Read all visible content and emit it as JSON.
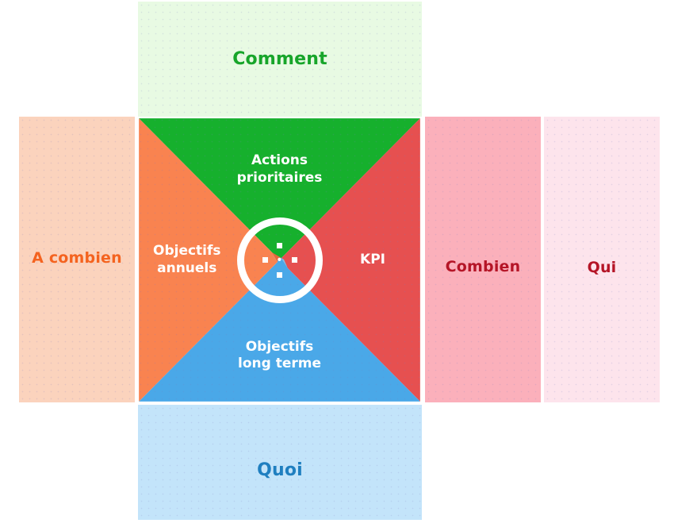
{
  "diagram": {
    "type": "compass-strategy-quadrant",
    "title_visible": false
  },
  "outer_boxes": [
    {
      "id": "comment",
      "label": "Comment",
      "position": "top",
      "background": "#e8fae3",
      "text_color": "#17a52a",
      "linked_quadrant": "actions-prioritaires"
    },
    {
      "id": "a-combien",
      "label": "A combien",
      "position": "far-left",
      "background": "#fbd3bd",
      "text_color": "#f4631f",
      "linked_quadrant": "objectifs-annuels"
    },
    {
      "id": "combien",
      "label": "Combien",
      "position": "right",
      "background": "#fbb0bb",
      "text_color": "#b51527",
      "linked_quadrant": "kpi"
    },
    {
      "id": "qui",
      "label": "Qui",
      "position": "far-right",
      "background": "#fde4ec",
      "text_color": "#b51527",
      "linked_quadrant": "kpi"
    },
    {
      "id": "quoi",
      "label": "Quoi",
      "position": "bottom",
      "background": "#c3e4fa",
      "text_color": "#1f7fc0",
      "linked_quadrant": "objectifs-long-terme"
    }
  ],
  "quadrants": [
    {
      "id": "actions-prioritaires",
      "label": "Actions\nprioritaires",
      "direction": "north",
      "color": "#16b02d",
      "text_color": "#ffffff"
    },
    {
      "id": "kpi",
      "label": "KPI",
      "direction": "east",
      "color": "#e65050",
      "text_color": "#ffffff"
    },
    {
      "id": "objectifs-long-terme",
      "label": "Objectifs\nlong terme",
      "direction": "south",
      "color": "#4aa8e8",
      "text_color": "#ffffff"
    },
    {
      "id": "objectifs-annuels",
      "label": "Objectifs\nannuels",
      "direction": "west",
      "color": "#f98350",
      "text_color": "#ffffff"
    }
  ],
  "compass": {
    "ring_color": "#ffffff",
    "tick_count": 4,
    "needle_colors": {
      "north_half": "#e8673c",
      "south_half": "#4aa8e8",
      "accent": "#16b02d"
    }
  }
}
